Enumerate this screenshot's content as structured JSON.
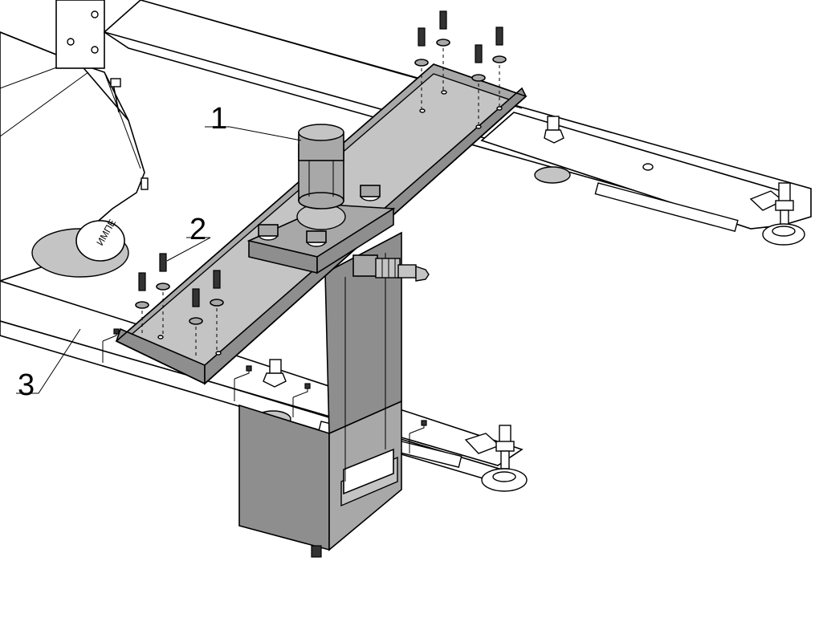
{
  "figure": {
    "callouts": [
      {
        "id": "1",
        "label": "1"
      },
      {
        "id": "2",
        "label": "2"
      },
      {
        "id": "3",
        "label": "3"
      }
    ],
    "colors": {
      "background": "#ffffff",
      "line": "#000000",
      "component_fill": "#a8a8a8",
      "component_shadow": "#8e8e8e"
    }
  }
}
